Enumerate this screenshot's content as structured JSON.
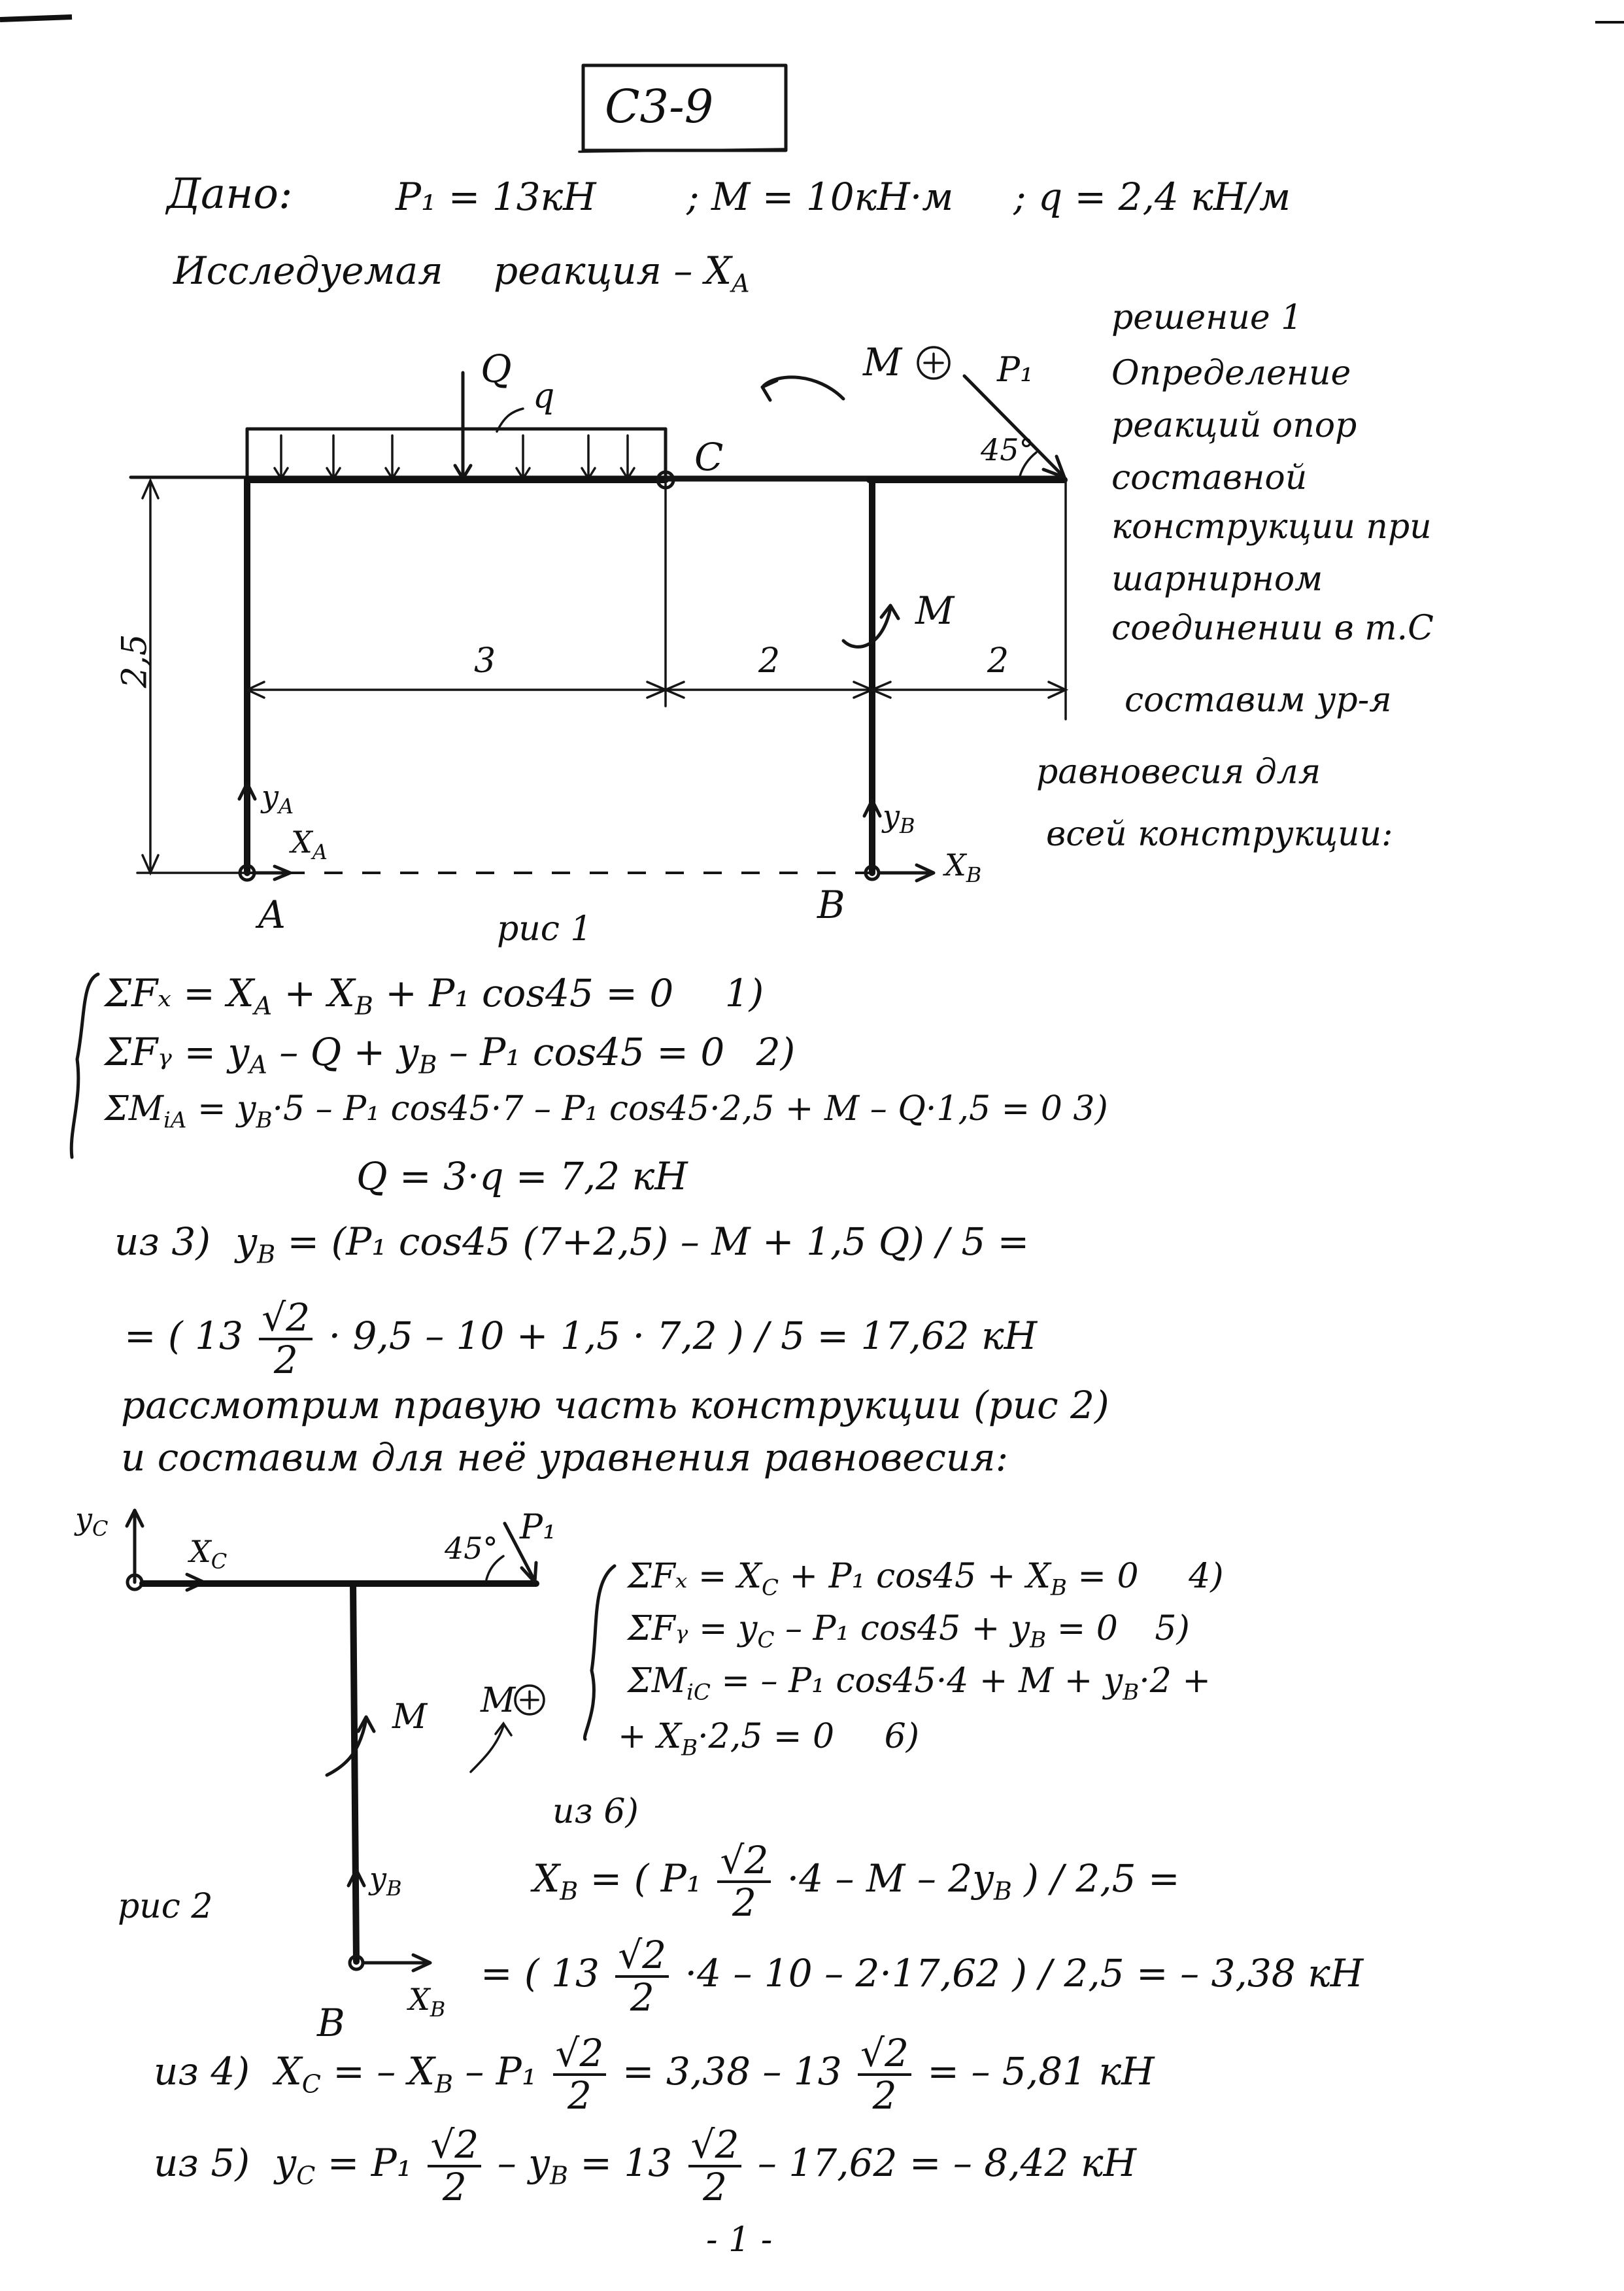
{
  "title": "С3-9",
  "given": {
    "label": "Дано:",
    "p1": "P₁ = 13кН",
    "m": "; M = 10кН·м",
    "q": "; q = 2,4 кН/м"
  },
  "sought": {
    "label": "Исследуемая",
    "value": "реакция – X",
    "sub": "A"
  },
  "side_note": [
    "решение 1",
    "Определение",
    "реакций опор",
    "составной",
    "конструкции при",
    "шарнирном",
    "соединении в т.С",
    "составим ур-я",
    "равновесия для",
    "всей конструкции:"
  ],
  "fig1": {
    "Q": "Q",
    "q": "q",
    "C": "C",
    "M": "M",
    "P1": "P₁",
    "angle": "45°",
    "dim_h": "2,5",
    "dim1": "3",
    "dim2": "2",
    "dim3": "2",
    "yA": "y",
    "yA_sub": "A",
    "xA": "X",
    "xA_sub": "A",
    "yB": "y",
    "yB_sub": "B",
    "xB": "X",
    "xB_sub": "B",
    "A": "A",
    "B": "B",
    "caption": "рис 1"
  },
  "eq_block1": {
    "e1": "ΣFₓ = X",
    "e1_sub": "A",
    "e1_rest": " + X",
    "e1_sub2": "B",
    "e1_tail": " + P₁ cos45 = 0",
    "e1_n": "1)",
    "e2": "ΣFᵧ = y",
    "e2_sub": "A",
    "e2_rest": " – Q + y",
    "e2_sub2": "B",
    "e2_tail": " – P₁ cos45 = 0",
    "e2_n": "2)",
    "e3": "ΣM",
    "e3_sub": "iA",
    "e3_rest": " = y",
    "e3_sub2": "B",
    "e3_tail": "·5 – P₁ cos45·7 – P₁ cos45·2,5 + M – Q·1,5 = 0 3)"
  },
  "calc1": {
    "Q": "Q = 3·q = 7,2 кН",
    "from3": "из 3)",
    "yB_expr": "y",
    "yB_sub": "B",
    "yB_rest": " = (P₁ cos45 (7+2,5) – M + 1,5 Q) / 5 =",
    "line2_a": "= ( 13",
    "sqrt2": "√2",
    "two": "2",
    "line2_b": "· 9,5 – 10 + 1,5 · 7,2 ) / 5 = 17,62 кН"
  },
  "text2": {
    "line1": "рассмотрим правую часть конструкции (рис 2)",
    "line2": "и составим для неё уравнения равновесия:"
  },
  "fig2": {
    "yC": "y",
    "yC_sub": "C",
    "xC": "X",
    "xC_sub": "C",
    "angle": "45°",
    "P1": "P₁",
    "M": "M",
    "M2": "M",
    "yB": "y",
    "yB_sub": "B",
    "xB": "X",
    "xB_sub": "B",
    "B": "B",
    "caption": "рис 2"
  },
  "eq_block2": {
    "e4": "ΣFₓ = X",
    "e4_sub": "C",
    "e4_tail": " + P₁ cos45 + X",
    "e4_sub2": "B",
    "e4_end": " = 0",
    "e4_n": "4)",
    "e5": "ΣFᵧ = y",
    "e5_sub": "C",
    "e5_tail": " – P₁ cos45 + y",
    "e5_sub2": "B",
    "e5_end": " = 0",
    "e5_n": "5)",
    "e6": "ΣM",
    "e6_sub": "iC",
    "e6_tail": " = – P₁ cos45·4 + M + y",
    "e6_sub2": "B",
    "e6_end": "·2 +",
    "e6b": "+ X",
    "e6b_sub": "B",
    "e6b_tail": "·2,5 = 0",
    "e6_n": "6)"
  },
  "calc2": {
    "from6": "из 6)",
    "xB_label": "X",
    "xB_sub": "B",
    "xB_a": " = ( P₁",
    "xB_b": "·4 – M – 2y",
    "xB_b_sub": "B",
    "xB_c": " ) / 2,5 =",
    "line2_a": "= ( 13",
    "line2_b": "·4 – 10 – 2·17,62 ) / 2,5 = – 3,38 кН",
    "from4": "из 4)",
    "xC_label": "X",
    "xC_sub": "C",
    "xC_a": " = – X",
    "xC_a_sub": "B",
    "xC_b": " – P₁",
    "xC_c": " = 3,38 – 13",
    "xC_d": " = – 5,81 кН",
    "from5": "из 5)",
    "yC_label": "y",
    "yC_sub": "C",
    "yC_a": " = P₁",
    "yC_b": " – y",
    "yC_b_sub": "B",
    "yC_c": " = 13",
    "yC_d": " – 17,62 = – 8,42 кН"
  },
  "page_number": "- 1 -"
}
